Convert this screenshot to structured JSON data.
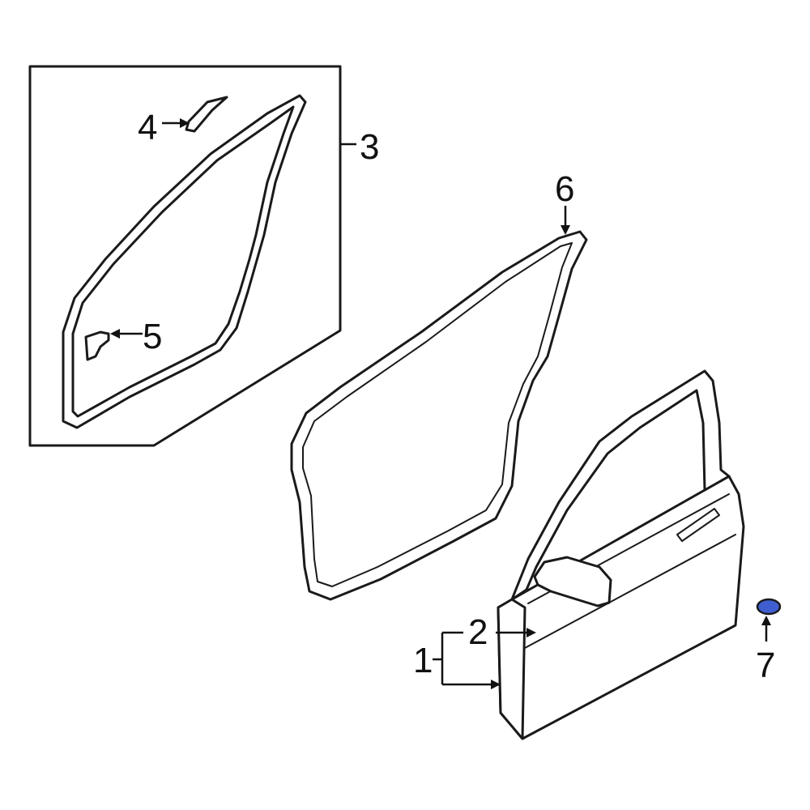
{
  "callouts": {
    "c1": "1",
    "c2": "2",
    "c3": "3",
    "c4": "4",
    "c5": "5",
    "c6": "6",
    "c7": "7"
  },
  "colors": {
    "line": "#1a1a1a",
    "highlight_part": "#3f5fd0",
    "background": "#ffffff"
  }
}
